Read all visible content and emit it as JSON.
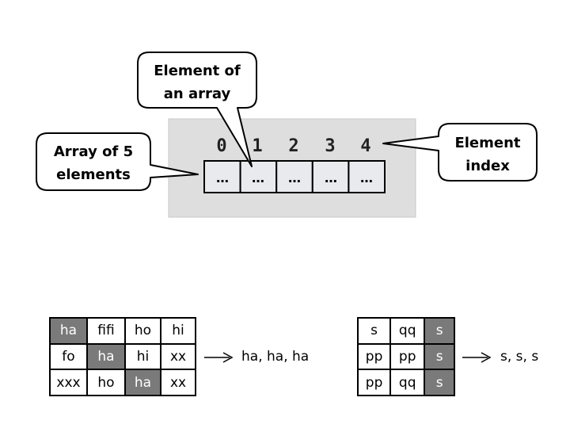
{
  "array_diagram": {
    "indices": [
      "0",
      "1",
      "2",
      "3",
      "4"
    ],
    "cells": [
      "…",
      "…",
      "…",
      "…",
      "…"
    ],
    "callouts": {
      "element_of_array": [
        "Element of",
        "an array"
      ],
      "array_of_5": [
        "Array of 5",
        "elements"
      ],
      "element_index": [
        "Element",
        "index"
      ]
    },
    "colors": {
      "panel": "#dedede",
      "cell": "#e8eaed",
      "highlight": "#7a7a7a"
    }
  },
  "left_grid": {
    "rows": [
      [
        "ha",
        "fifi",
        "ho",
        "hi"
      ],
      [
        "fo",
        "ha",
        "hi",
        "xx"
      ],
      [
        "xxx",
        "ho",
        "ha",
        "xx"
      ]
    ],
    "highlighted": [
      [
        0,
        0
      ],
      [
        1,
        1
      ],
      [
        2,
        2
      ]
    ],
    "result": "ha, ha, ha"
  },
  "right_grid": {
    "rows": [
      [
        "s",
        "qq",
        "s"
      ],
      [
        "pp",
        "pp",
        "s"
      ],
      [
        "pp",
        "qq",
        "s"
      ]
    ],
    "highlighted": [
      [
        0,
        2
      ],
      [
        1,
        2
      ],
      [
        2,
        2
      ]
    ],
    "result": "s, s, s"
  }
}
